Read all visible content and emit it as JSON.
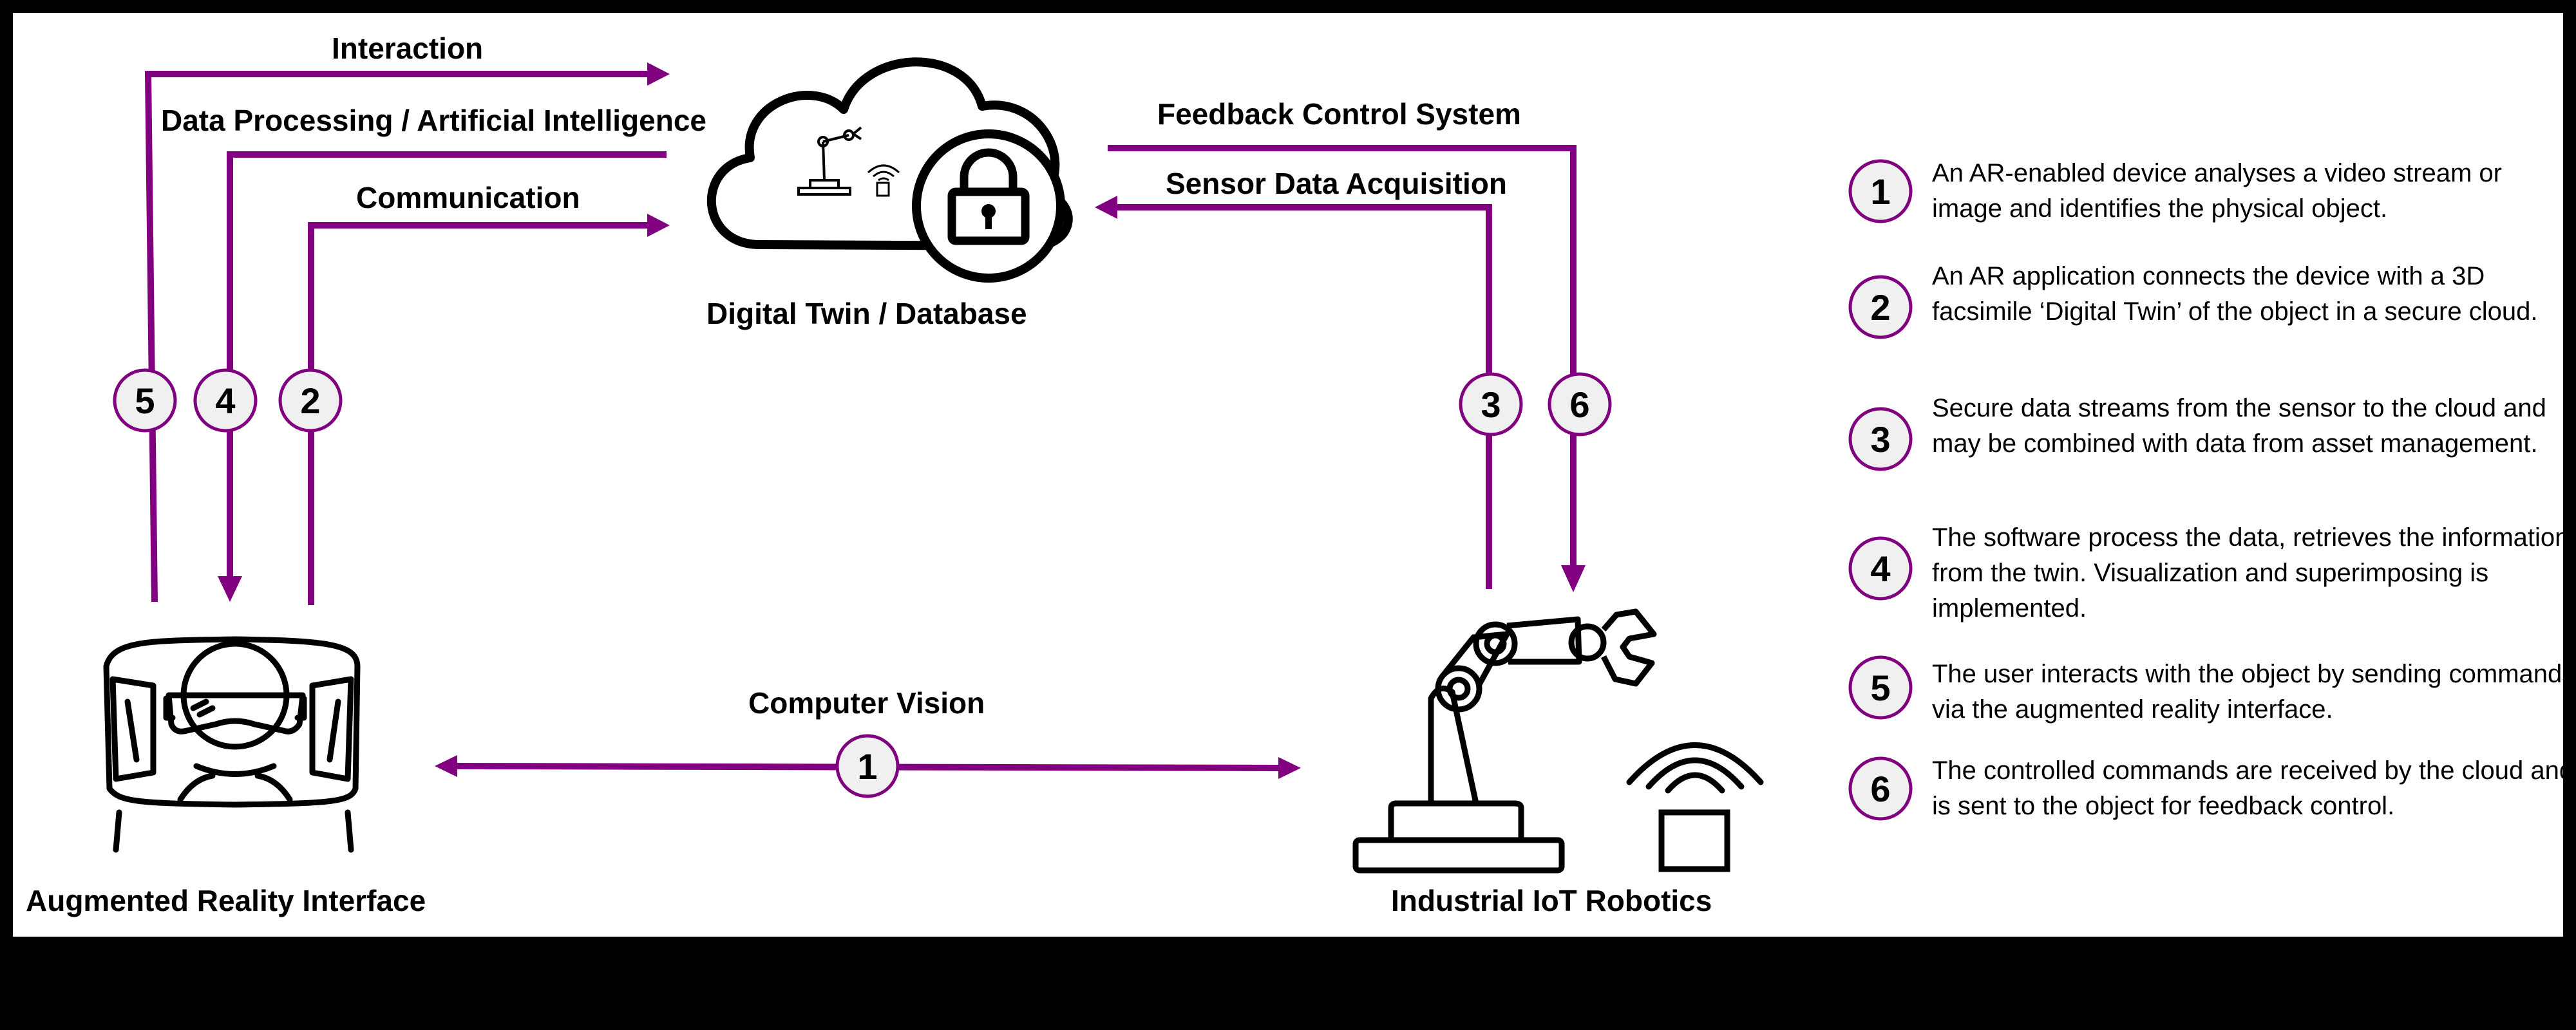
{
  "colors": {
    "accent": "#800080",
    "circle_fill": "#f0f0f0",
    "stroke": "#000000",
    "background": "#ffffff"
  },
  "nodes": {
    "cloud_label": "Digital Twin / Database",
    "ar_label": "Augmented Reality Interface",
    "robot_label": "Industrial IoT Robotics"
  },
  "arrows": {
    "interaction": "Interaction",
    "data_processing": "Data Processing / Artificial Intelligence",
    "communication": "Communication",
    "feedback": "Feedback Control System",
    "sensor": "Sensor Data Acquisition",
    "vision": "Computer Vision"
  },
  "path_numbers": {
    "n1": "1",
    "n2": "2",
    "n3": "3",
    "n4": "4",
    "n5": "5",
    "n6": "6"
  },
  "legend": [
    {
      "num": "1",
      "text": "An AR-enabled device analyses a  video stream or image and identifies the physical object."
    },
    {
      "num": "2",
      "text": "An AR application connects the device with a 3D facsimile ‘Digital Twin’ of the object in a secure cloud."
    },
    {
      "num": "3",
      "text": "Secure data streams from the sensor  to the cloud and may be combined with  data from asset management."
    },
    {
      "num": "4",
      "text": "The software process the data, retrieves the information from the twin. Visualization and superimposing is implemented."
    },
    {
      "num": "5",
      "text": "The user interacts with the object by sending commands via the augmented reality interface."
    },
    {
      "num": "6",
      "text": "The controlled commands are received by the cloud and is sent to the object for feedback control."
    }
  ]
}
